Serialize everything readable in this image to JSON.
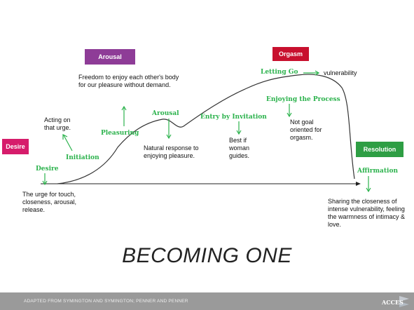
{
  "slide": {
    "title": "BECOMING ONE",
    "footer": "ADAPTED FROM SYMINGTON AND SYMINGTON; PENNER AND PENNER",
    "logo": "ACCES"
  },
  "stages": {
    "desire": "Desire",
    "arousal": "Arousal",
    "orgasm": "Orgasm",
    "resolution": "Resolution"
  },
  "phases": {
    "desire": "Desire",
    "initiation": "Initiation",
    "pleasuring": "Pleasuring",
    "arousal": "Arousal",
    "entry": "Entry by Invitation",
    "letting_go": "Letting Go",
    "enjoying": "Enjoying the Process",
    "affirmation": "Affirmation"
  },
  "notes": {
    "desire": "The urge for touch, closeness, arousal, release.",
    "initiation": "Acting on that urge.",
    "pleasuring": "Freedom to enjoy each other's body for our pleasure without demand.",
    "arousal": "Natural response to enjoying pleasure.",
    "entry": "Best if woman guides.",
    "letting_go": "vulnerability",
    "enjoying": "Not goal oriented for orgasm.",
    "affirmation": "Sharing the closeness of intense vulnerability, feeling the warmness of intimacy & love."
  },
  "colors": {
    "desire_box": "#d61c6b",
    "arousal_box": "#8e3c97",
    "orgasm_box": "#c8102e",
    "resolution_box": "#2e9e44",
    "phase_label": "#2bb24c",
    "arrow": "#2bb24c"
  }
}
